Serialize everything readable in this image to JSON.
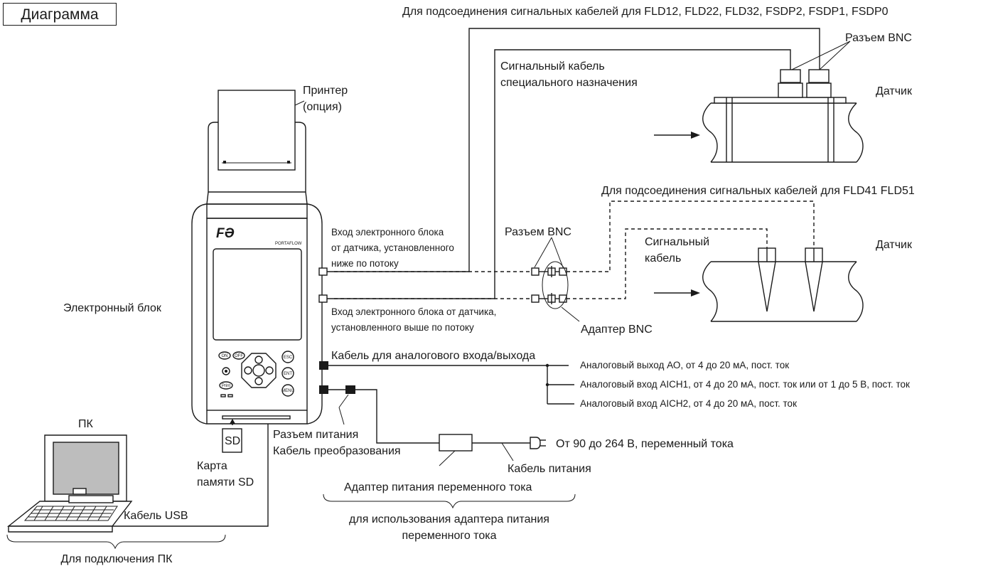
{
  "title": "Диаграмма",
  "labels": {
    "top_signal_cables": "Для подсоединения сигнальных кабелей для FLD12, FLD22, FLD32, FSDP2, FSDP1, FSDP0",
    "bnc_top": "Разъем BNC",
    "special_cable_1": "Сигнальный кабель",
    "special_cable_2": "специального назначения",
    "sensor_top": "Датчик",
    "printer_1": "Принтер",
    "printer_2": "(опция)",
    "fld41": "Для подсоединения сигнальных кабелей для FLD41 FLD51",
    "bnc_mid": "Разъем BNC",
    "signal_cable_1": "Сигнальный",
    "signal_cable_2": "кабель",
    "sensor_bottom": "Датчик",
    "down_input_1": "Вход электронного блока",
    "down_input_2": "от датчика, установленного",
    "down_input_3": "ниже по потоку",
    "up_input_1": "Вход электронного блока от датчика,",
    "up_input_2": "установленного выше по потоку",
    "bnc_adapter": "Адаптер BNC",
    "electronic_unit": "Электронный блок",
    "analog_cable": "Кабель для аналогового входа/выхода",
    "ao": "Аналоговый выход АО, от 4 до 20 мА, пост. ток",
    "aich1": "Аналоговый вход AICH1, от 4 до 20 мА, пост. ток или от 1 до 5 В, пост. ток",
    "aich2": "Аналоговый вход AICH2, от 4 до 20 мА, пост. ток",
    "pc": "ПК",
    "sd": "SD",
    "sd_card_1": "Карта",
    "sd_card_2": "памяти SD",
    "power_conn_1": "Разъем питания",
    "power_conn_2": "Кабель преобразования",
    "voltage": "От 90 до 264 В, переменный тока",
    "power_cable": "Кабель питания",
    "ac_adapter": "Адаптер питания переменного тока",
    "ac_use_1": "для использования адаптера питания",
    "ac_use_2": "переменного тока",
    "usb_cable": "Кабель USB",
    "pc_connect": "Для подключения ПК"
  },
  "device": {
    "brand": "PORTAFLOW",
    "keys": {
      "on": "ON",
      "off": "OFF",
      "esc": "ESC",
      "ent": "ENT",
      "print": "Print",
      "menu": "MENU"
    }
  }
}
